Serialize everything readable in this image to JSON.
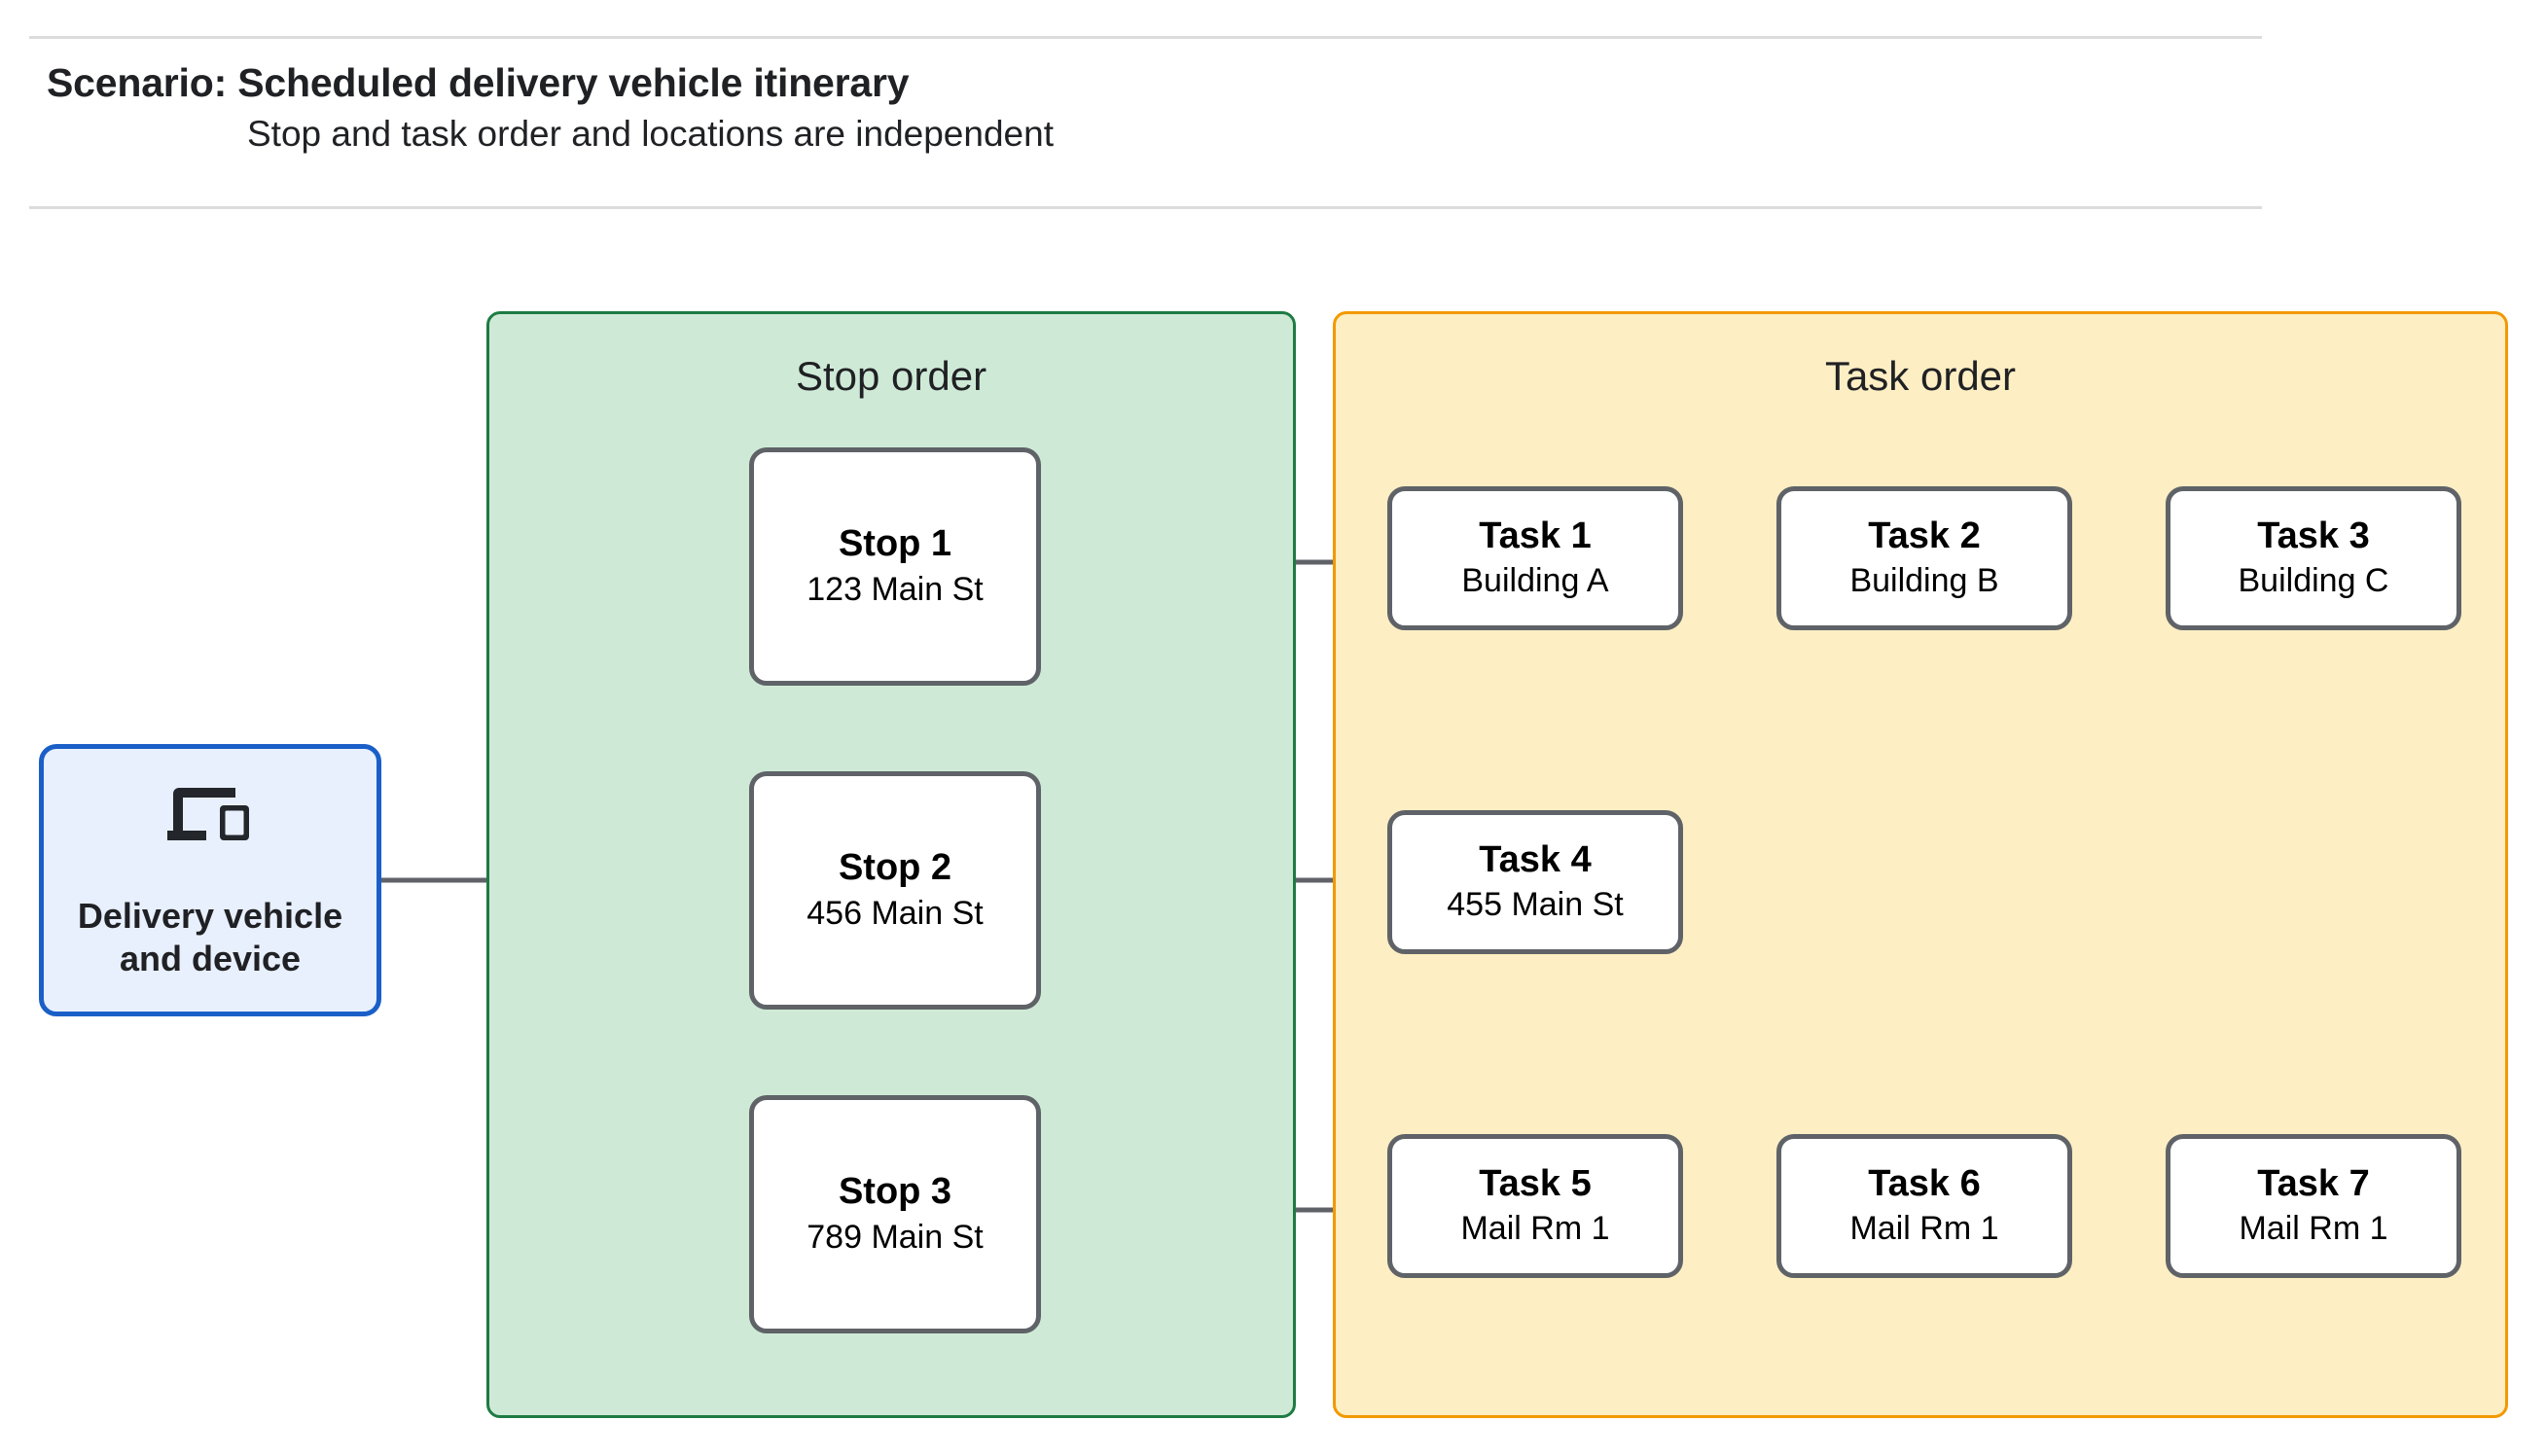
{
  "header": {
    "title": "Scenario: Scheduled delivery vehicle itinerary",
    "subtitle": "Stop and task order and locations are independent"
  },
  "vehicle": {
    "label": "Delivery vehicle\nand device",
    "icon": "devices-icon",
    "fill": "#E8F0FE",
    "border": "#1A5FC8"
  },
  "groups": {
    "stop": {
      "title": "Stop order",
      "fill": "#CEEAD6",
      "border": "#1E7B43"
    },
    "task": {
      "title": "Task order",
      "fill": "#FDEEC3",
      "border": "#F29900"
    }
  },
  "stops": [
    {
      "title": "Stop 1",
      "location": "123 Main St"
    },
    {
      "title": "Stop 2",
      "location": "456 Main St"
    },
    {
      "title": "Stop 3",
      "location": "789 Main St"
    }
  ],
  "tasks": [
    {
      "title": "Task 1",
      "location": "Building A"
    },
    {
      "title": "Task 2",
      "location": "Building B"
    },
    {
      "title": "Task 3",
      "location": "Building C"
    },
    {
      "title": "Task 4",
      "location": "455 Main St"
    },
    {
      "title": "Task 5",
      "location": "Mail Rm 1"
    },
    {
      "title": "Task 6",
      "location": "Mail Rm 1"
    },
    {
      "title": "Task 7",
      "location": "Mail Rm 1"
    }
  ],
  "colors": {
    "connector": "#5F6368",
    "node_border": "#5F6368",
    "node_fill": "#FFFFFF",
    "rule": "#DCDCDC",
    "text": "#202124"
  }
}
